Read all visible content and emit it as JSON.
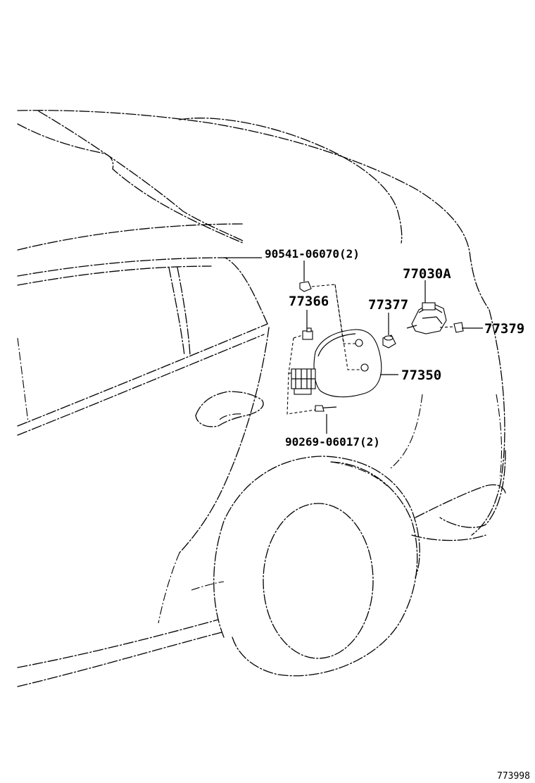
{
  "callouts": {
    "clip_90541": "90541-06070(2)",
    "hinge_77366": "77366",
    "stopper_77377": "77377",
    "lock_77030A": "77030A",
    "clip_77379": "77379",
    "door_77350": "77350",
    "rivet_90269": "90269-06017(2)"
  },
  "diagram_ref": "773998"
}
